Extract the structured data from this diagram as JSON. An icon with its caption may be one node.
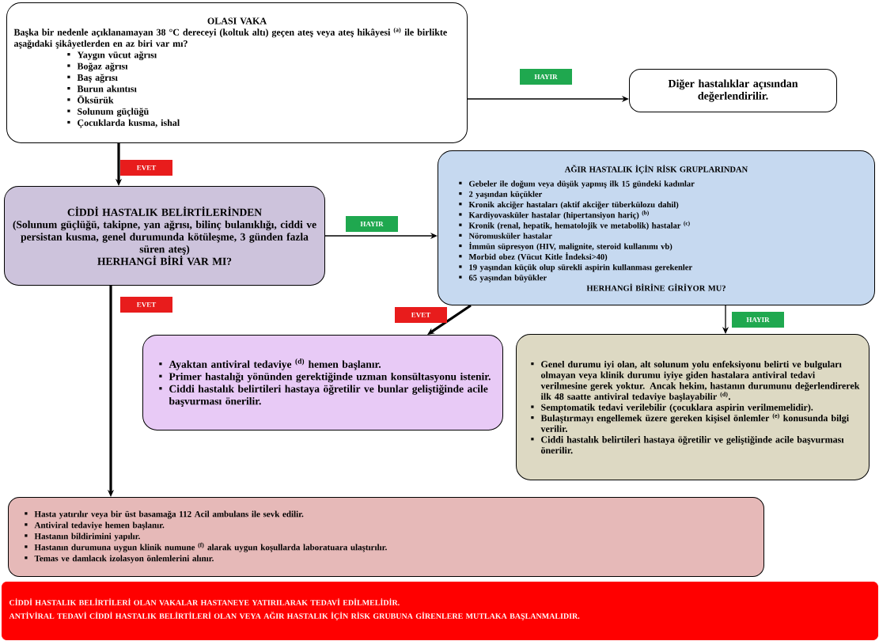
{
  "diagram": {
    "nodes": [
      {
        "text": [
          "OLASI VAKA",
          "Başka bir nedenle açıklanamayan 38 °C dereceyi (koltuk altı) geçen ateş veya ateş hikâyesi $^{(a)}$ ile birlikte aşağıdaki şikâyetlerden en az biri var mı?",
          "Yaygın vücut ağrısı",
          "Boğaz ağrısı",
          "Baş ağrısı",
          "Burun akıntısı",
          "Öksürük",
          "Solunum güçlüğü",
          "Çocuklarda kusma, ishal"
        ]
      },
      {
        "text": [
          "Diğer hastalıklar açısından değerlendirilir."
        ]
      },
      {
        "text": [
          "CİDDİ HASTALIK BELİRTİLERİNDEN",
          "(Solunum güçlüğü, takipne, yan ağrısı, bilinç bulanıklığı, ciddi ve persistan kusma, genel durumunda kötüleşme, 3 günden fazla süren ateş)",
          "HERHANGİ BİRİ VAR MI?"
        ]
      },
      {
        "text": [
          "AĞIR HASTALIK İÇİN RİSK GRUPLARINDAN",
          "Gebeler ile doğum veya düşük yapmış ilk 15 gündeki kadınlar",
          "2 yaşından küçükler",
          "Kronik akciğer hastaları (aktif akciğer tüberkülozu dahil)",
          "Kardiyovasküler hastalar (hipertansiyon hariç) $^{(b)}$",
          "Kronik (renal, hepatik, hematolojik ve metabolik) hastalar $^{(c)}$",
          "Nöromusküler hastalar",
          "İmmün süpresyon (HIV, malignite, steroid kullanımı vb)",
          "Morbid obez (Vücut Kitle İndeksi>40)",
          "19 yaşından küçük olup sürekli aspirin kullanması gerekenler",
          "65 yaşından büyükler",
          "HERHANGİ BİRİNE GİRİYOR MU?"
        ]
      },
      {
        "text": [
          "Ayaktan antiviral tedaviye $^{(d)}$ hemen başlanır.",
          "Primer hastalığı yönünden gerektiğinde uzman konsültasyonu istenir.",
          "Ciddi hastalık belirtileri hastaya öğretilir ve bunlar geliştiğinde acile başvurması önerilir."
        ]
      },
      {
        "text": [
          "Genel durumu iyi olan, alt solunum yolu enfeksiyonu belirti ve bulguları olmayan veya klinik durumu iyiye giden hastalara antiviral tedavi verilmesine gerek yoktur. Ancak hekim, hastanın durumunu değerlendirerek ilk 48 saatte antiviral tedaviye başlayabilir $^{(d)}$.",
          "Semptomatik tedavi verilebilir (çocuklara aspirin verilmemelidir).",
          "Bulaştırmayı engellemek üzere gereken kişisel önlemler $^{(e)}$ konusunda bilgi verilir.",
          "Ciddi hastalık belirtileri hastaya öğretilir ve geliştiğinde acile başvurması önerilir."
        ]
      },
      {
        "text": [
          "Hasta yatırılır veya bir üst basamağa 112 Acil ambulans ile sevk edilir.",
          "Antiviral tedaviye hemen başlanır.",
          "Hastanın bildirimini yapılır.",
          "Hastanın durumuna uygun klinik numune $^{(f)}$ alarak uygun koşullarda laboratuara ulaştırılır.",
          "Temas ve damlacık izolasyon önlemlerini alınır."
        ]
      },
      {
        "text": [
          "CİDDİ HASTALIK BELİRTİLERİ OLAN VAKALAR HASTANEYE YATIRILARAK TEDAVİ EDİLMELİDİR.",
          "ANTİVİRAL TEDAVİ CİDDİ HASTALIK BELİRTİLERİ OLAN VEYA AĞIR HASTALIK İÇİN RİSK GRUBUNA GİRENLERE MUTLAKA BAŞLANMALIDIR."
        ]
      }
    ],
    "edges": [
      {
        "from": 0,
        "to": 2,
        "arrow": "to",
        "label": "EVET",
        "style": "thick"
      },
      {
        "from": 0,
        "to": 1,
        "arrow": "to",
        "label": "HAYIR"
      },
      {
        "from": 2,
        "to": 3,
        "arrow": "to",
        "label": "HAYIR"
      },
      {
        "from": 2,
        "to": 6,
        "arrow": "to",
        "label": "EVET",
        "style": "thick"
      },
      {
        "from": 3,
        "to": 4,
        "arrow": "to",
        "label": "EVET",
        "style": "thick"
      },
      {
        "from": 3,
        "to": 5,
        "arrow": "to",
        "label": "HAYIR"
      }
    ]
  }
}
